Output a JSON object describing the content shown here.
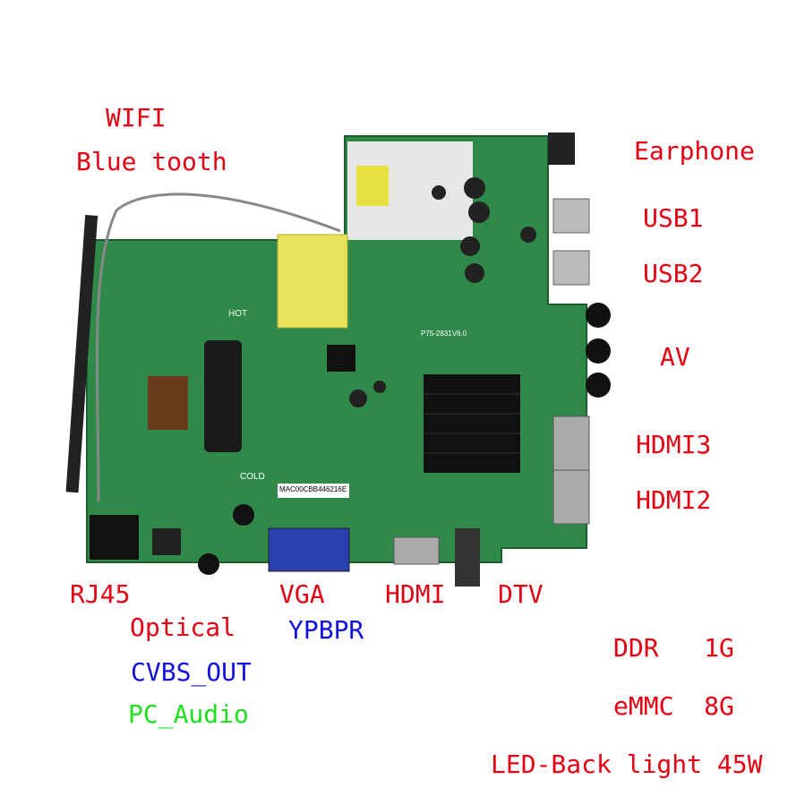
{
  "labels": {
    "wifi": "WIFI",
    "bluetooth": "Blue tooth",
    "earphone": "Earphone",
    "usb1": "USB1",
    "usb2": "USB2",
    "av": "AV",
    "hdmi3": "HDMI3",
    "hdmi2": "HDMI2",
    "rj45": "RJ45",
    "vga": "VGA",
    "hdmi": "HDMI",
    "dtv": "DTV",
    "optical": "Optical",
    "ypbpr": "YPBPR",
    "cvbs_out": "CVBS_OUT",
    "pc_audio": "PC_Audio",
    "ddr": "DDR   1G",
    "emmc": "eMMC  8G",
    "backlight": "LED-Back light 45W"
  },
  "board": {
    "hot": "HOT",
    "cold": "COLD",
    "mac": "MAC00CBB446216E",
    "model": "P75-2831V6.0"
  },
  "colors": {
    "red": "#e60012",
    "blue": "#1010e0",
    "green": "#1ee01e",
    "pcb": "#2f8a4a"
  }
}
